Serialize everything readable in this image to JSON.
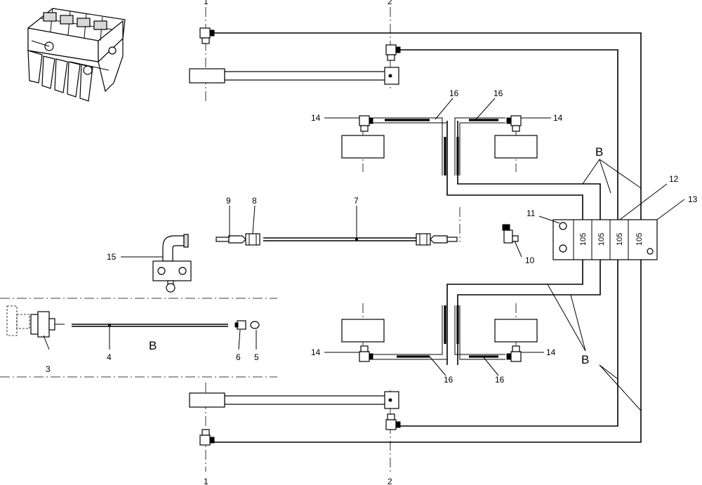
{
  "callouts": {
    "c1_top": "1",
    "c1_bottom": "1",
    "c2_top": "2",
    "c2_bottom": "2",
    "c3": "3",
    "c4": "4",
    "c5": "5",
    "c6": "6",
    "c7": "7",
    "c8": "8",
    "c9": "9",
    "c10": "10",
    "c11": "11",
    "c12": "12",
    "c13": "13",
    "c14_tl": "14",
    "c14_tr": "14",
    "c14_bl": "14",
    "c14_br": "14",
    "c15": "15",
    "c16_tl": "16",
    "c16_tr": "16",
    "c16_bl": "16",
    "c16_br": "16",
    "cB_top": "B",
    "cB_bottom": "B",
    "cB_detail": "B"
  },
  "valves": [
    "105",
    "105",
    "105",
    "105"
  ]
}
